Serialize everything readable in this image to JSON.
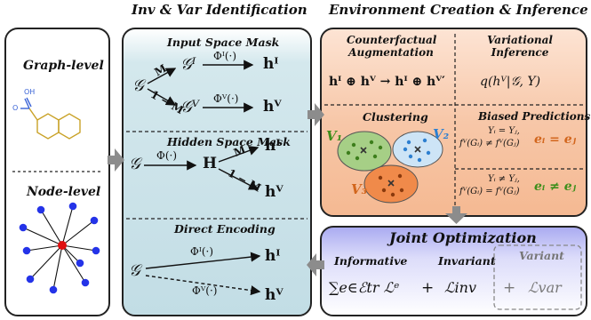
{
  "titles": {
    "inv_var": "Inv & Var Identification",
    "env": "Environment Creation & Inference"
  },
  "left_panel": {
    "graph_level": "Graph-level",
    "node_level": "Node-level",
    "oh": "OH",
    "o": "O"
  },
  "middle_panel": {
    "input_mask": "Input Space Mask",
    "hidden_mask": "Hidden Space Mask",
    "direct_encoding": "Direct Encoding",
    "G": "𝒢",
    "GI": "𝒢ᴵ",
    "GV": "𝒢ⱽ",
    "M": "M",
    "one_minus_M": "1 − M",
    "phiI": "Φᴵ(·)",
    "phiV": "Φⱽ(·)",
    "phi": "Φ(·)",
    "H": "H",
    "hI": "hᴵ",
    "hV": "hⱽ"
  },
  "env_panel": {
    "counterfactual": "Counterfactual Augmentation",
    "variational": "Variational Inference",
    "cf_formula": "hᴵ ⊕ hⱽ → hᴵ ⊕ hⱽ′",
    "var_formula": "q(hⱽ|𝒢, Y)",
    "clustering": "Clustering",
    "biased": "Biased Predictions",
    "v1": "V₁",
    "v2": "V₂",
    "v3": "V₃",
    "bp1_line1": "Yᵢ = Yⱼ,",
    "bp1_line2": "fⱽ(Gᵢ) ≠ fⱽ(Gⱼ)",
    "bp1_result": "eᵢ = eⱼ",
    "bp2_line1": "Yᵢ ≠ Yⱼ,",
    "bp2_line2": "fⱽ(Gᵢ) = fⱽ(Gⱼ)",
    "bp2_result": "eᵢ ≠ eⱼ"
  },
  "joint_panel": {
    "title": "Joint Optimization",
    "informative": "Informative",
    "invariant": "Invariant",
    "variant": "Variant",
    "sum_formula": "∑e∈ℰtr ℒᵉ",
    "plus": "+",
    "l_inv": "ℒinv",
    "l_var": "ℒvar"
  },
  "colors": {
    "middle_bg": "#d4e8ed",
    "env_bg": "#f7c7a8",
    "joint_bg": "#cfd0f7",
    "cluster_green": "#a6cf86",
    "cluster_blue": "#cde4f6",
    "cluster_orange": "#f08a4a",
    "v1_color": "#3f8f1c",
    "v2_color": "#2d7fd0",
    "v3_color": "#d2661d",
    "node_blue": "#2433e8",
    "node_red": "#e01010",
    "arrow_gray": "#8c8c8c"
  }
}
